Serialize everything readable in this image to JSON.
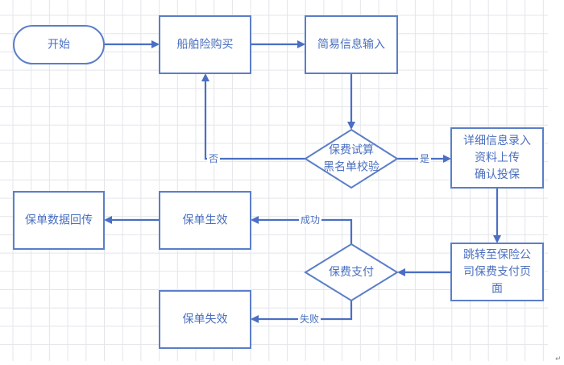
{
  "diagram": {
    "type": "flowchart",
    "colors": {
      "stroke": "#5b7ec8",
      "text": "#4a6fbf",
      "grid": "#e3e5ea",
      "background": "#ffffff"
    },
    "nodes": [
      {
        "id": "start",
        "shape": "terminator",
        "lines": [
          "开始"
        ]
      },
      {
        "id": "buy",
        "shape": "process",
        "lines": [
          "船舶险购买"
        ]
      },
      {
        "id": "simple",
        "shape": "process",
        "lines": [
          "简易信息输入"
        ]
      },
      {
        "id": "check",
        "shape": "decision",
        "lines": [
          "保费试算",
          "黑名单校验"
        ]
      },
      {
        "id": "detail",
        "shape": "process",
        "lines": [
          "详细信息录入",
          "资料上传",
          "确认投保"
        ]
      },
      {
        "id": "redirect",
        "shape": "process",
        "lines": [
          "跳转至保险公",
          "司保费支付页",
          "面"
        ]
      },
      {
        "id": "pay",
        "shape": "decision",
        "lines": [
          "保费支付"
        ]
      },
      {
        "id": "effective",
        "shape": "process",
        "lines": [
          "保单生效"
        ]
      },
      {
        "id": "callback",
        "shape": "process",
        "lines": [
          "保单数据回传"
        ]
      },
      {
        "id": "invalid",
        "shape": "process",
        "lines": [
          "保单失效"
        ]
      }
    ],
    "edges": [
      {
        "from": "start",
        "to": "buy",
        "label": ""
      },
      {
        "from": "buy",
        "to": "simple",
        "label": ""
      },
      {
        "from": "simple",
        "to": "check",
        "label": ""
      },
      {
        "from": "check",
        "to": "detail",
        "label": "是"
      },
      {
        "from": "check",
        "to": "buy",
        "label": "否"
      },
      {
        "from": "detail",
        "to": "redirect",
        "label": ""
      },
      {
        "from": "redirect",
        "to": "pay",
        "label": ""
      },
      {
        "from": "pay",
        "to": "effective",
        "label": "成功"
      },
      {
        "from": "pay",
        "to": "invalid",
        "label": "失败"
      },
      {
        "from": "effective",
        "to": "callback",
        "label": ""
      }
    ]
  }
}
